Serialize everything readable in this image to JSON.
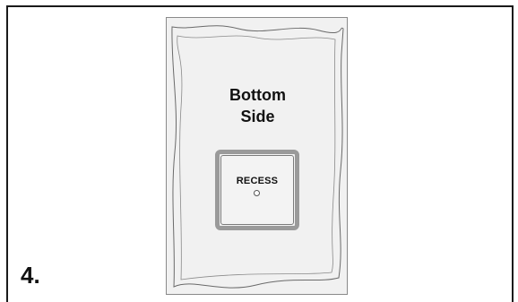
{
  "step": {
    "number": "4."
  },
  "panel": {
    "title_line1": "Bottom",
    "title_line2": "Side",
    "recess_label": "RECESS"
  },
  "colors": {
    "panel_fill": "#f1f1f1",
    "recess_border": "#9a9a9a",
    "frame_line": "#1a1a1a"
  }
}
